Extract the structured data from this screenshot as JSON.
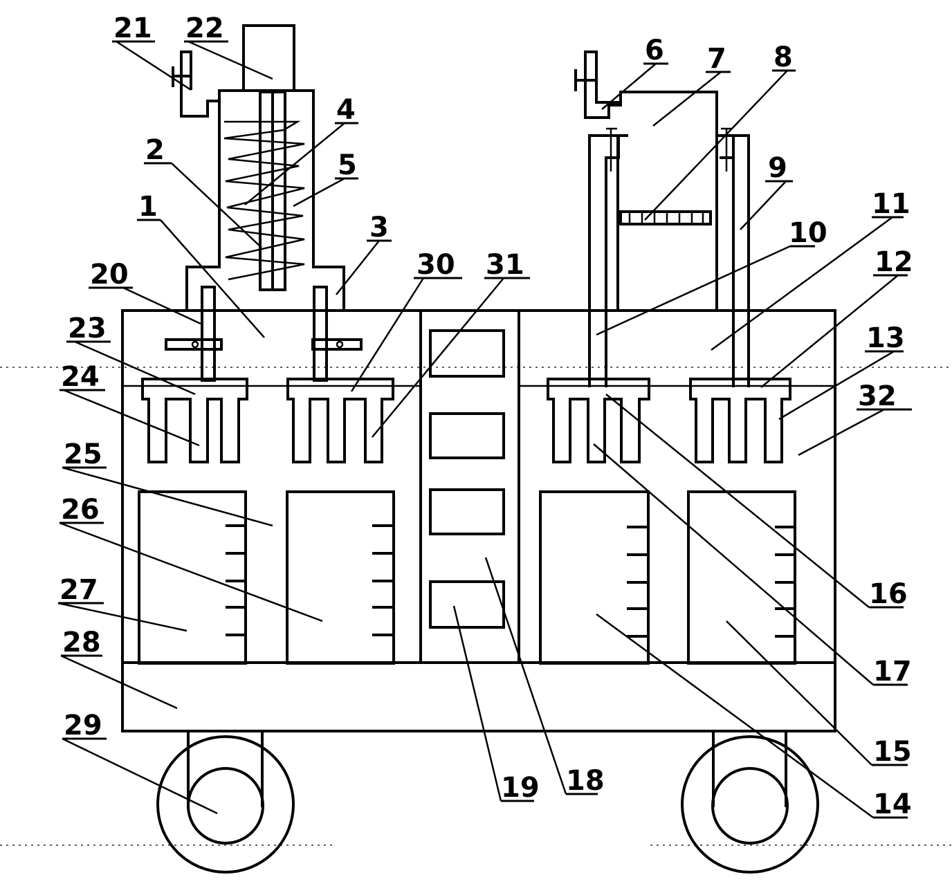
{
  "labels": [
    "1",
    "2",
    "3",
    "4",
    "5",
    "6",
    "7",
    "8",
    "9",
    "10",
    "11",
    "12",
    "13",
    "14",
    "15",
    "16",
    "17",
    "18",
    "19",
    "20",
    "21",
    "22",
    "23",
    "24",
    "25",
    "26",
    "27",
    "28",
    "29",
    "30",
    "31",
    "32"
  ]
}
